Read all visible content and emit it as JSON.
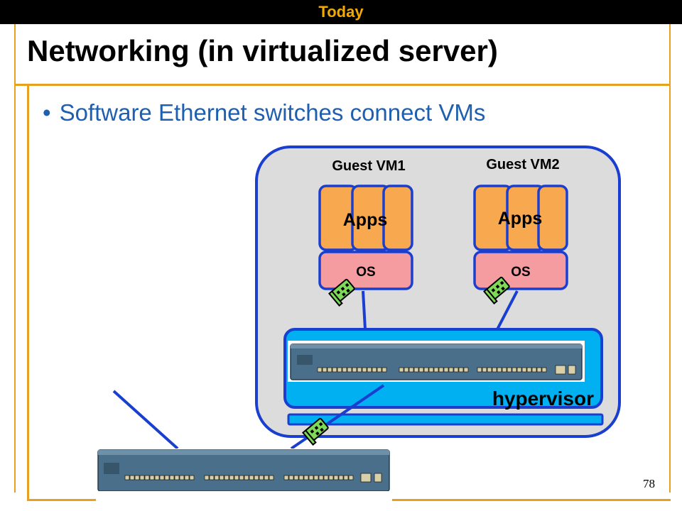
{
  "header": {
    "section_label": "Today"
  },
  "slide": {
    "title": "Networking (in virtualized server)",
    "bullets": [
      "Software Ethernet switches connect VMs"
    ],
    "page_number": "78"
  },
  "diagram": {
    "vm1": {
      "label": "Guest VM1",
      "apps_label": "Apps",
      "os_label": "OS"
    },
    "vm2": {
      "label": "Guest VM2",
      "apps_label": "Apps",
      "os_label": "OS"
    },
    "hypervisor_label": "hypervisor",
    "colors": {
      "server_fill": "#dcdcdc",
      "server_stroke": "#1a3fd0",
      "apps_fill": "#f8a84e",
      "os_fill": "#f59ca0",
      "hypervisor_fill": "#00b0f0",
      "nic_fill": "#7ed957",
      "switch_body": "#4a6f8a",
      "accent": "#e8a020"
    }
  }
}
